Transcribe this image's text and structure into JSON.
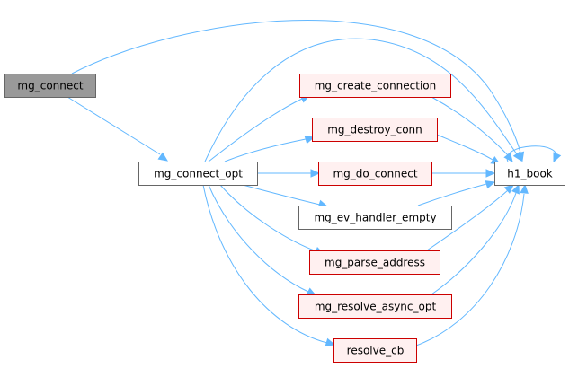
{
  "colors": {
    "edge": "#63b8ff",
    "root_fill": "#999999",
    "root_stroke": "#666666",
    "plain_fill": "#ffffff",
    "plain_stroke": "#666666",
    "linked_fill": "#fff0f0",
    "linked_stroke": "#cc0000",
    "text": "#000000"
  },
  "nodes": [
    {
      "id": "mg_connect",
      "label": "mg_connect",
      "style": "root"
    },
    {
      "id": "mg_connect_opt",
      "label": "mg_connect_opt",
      "style": "plain"
    },
    {
      "id": "mg_create_connection",
      "label": "mg_create_connection",
      "style": "linked"
    },
    {
      "id": "mg_destroy_conn",
      "label": "mg_destroy_conn",
      "style": "linked"
    },
    {
      "id": "mg_do_connect",
      "label": "mg_do_connect",
      "style": "linked"
    },
    {
      "id": "mg_ev_handler_empty",
      "label": "mg_ev_handler_empty",
      "style": "plain"
    },
    {
      "id": "mg_parse_address",
      "label": "mg_parse_address",
      "style": "linked"
    },
    {
      "id": "mg_resolve_async_opt",
      "label": "mg_resolve_async_opt",
      "style": "linked"
    },
    {
      "id": "resolve_cb",
      "label": "resolve_cb",
      "style": "linked"
    },
    {
      "id": "h1_book",
      "label": "h1_book",
      "style": "plain"
    }
  ],
  "edges": [
    {
      "from": "mg_connect",
      "to": "h1_book"
    },
    {
      "from": "mg_connect",
      "to": "mg_connect_opt"
    },
    {
      "from": "mg_connect_opt",
      "to": "h1_book"
    },
    {
      "from": "mg_connect_opt",
      "to": "mg_create_connection"
    },
    {
      "from": "mg_connect_opt",
      "to": "mg_destroy_conn"
    },
    {
      "from": "mg_connect_opt",
      "to": "mg_do_connect"
    },
    {
      "from": "mg_connect_opt",
      "to": "mg_ev_handler_empty"
    },
    {
      "from": "mg_connect_opt",
      "to": "mg_parse_address"
    },
    {
      "from": "mg_connect_opt",
      "to": "mg_resolve_async_opt"
    },
    {
      "from": "mg_connect_opt",
      "to": "resolve_cb"
    },
    {
      "from": "mg_create_connection",
      "to": "h1_book"
    },
    {
      "from": "mg_destroy_conn",
      "to": "h1_book"
    },
    {
      "from": "mg_do_connect",
      "to": "h1_book"
    },
    {
      "from": "mg_ev_handler_empty",
      "to": "h1_book"
    },
    {
      "from": "mg_parse_address",
      "to": "h1_book"
    },
    {
      "from": "mg_resolve_async_opt",
      "to": "h1_book"
    },
    {
      "from": "resolve_cb",
      "to": "h1_book"
    },
    {
      "from": "h1_book",
      "to": "h1_book"
    }
  ]
}
